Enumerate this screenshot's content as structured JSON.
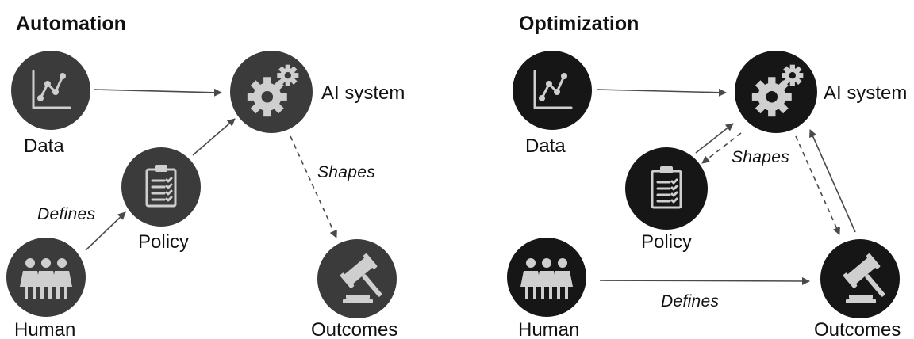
{
  "panels": [
    {
      "title": "Automation",
      "nodes": {
        "data": "Data",
        "ai_system": "AI system",
        "policy": "Policy",
        "human": "Human",
        "outcomes": "Outcomes"
      },
      "edge_labels": {
        "defines": "Defines",
        "shapes": "Shapes"
      }
    },
    {
      "title": "Optimization",
      "nodes": {
        "data": "Data",
        "ai_system": "AI system",
        "policy": "Policy",
        "human": "Human",
        "outcomes": "Outcomes"
      },
      "edge_labels": {
        "shapes": "Shapes",
        "defines": "Defines"
      }
    }
  ],
  "icons": {
    "data": "line-chart-icon",
    "ai_system": "gears-icon",
    "policy": "clipboard-checklist-icon",
    "human": "people-group-icon",
    "outcomes": "gavel-icon"
  },
  "colors": {
    "automation_node": "#3b3b3b",
    "optimization_node": "#161616",
    "icon": "#cfcfcf",
    "arrow": "#4a4a4a"
  }
}
